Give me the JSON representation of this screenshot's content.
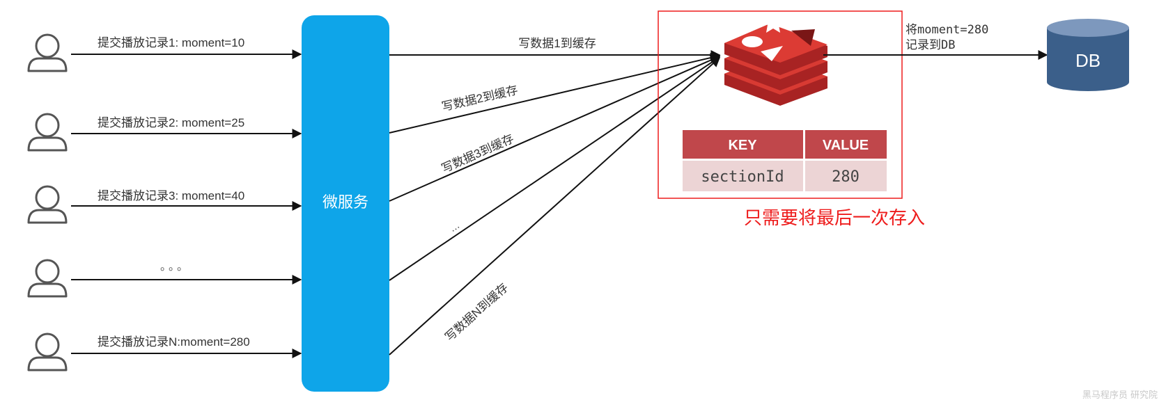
{
  "users": [
    {
      "label": "提交播放记录1: moment=10"
    },
    {
      "label": "提交播放记录2: moment=25"
    },
    {
      "label": "提交播放记录3: moment=40"
    },
    {
      "label": "。。。"
    },
    {
      "label": "提交播放记录N:moment=280"
    }
  ],
  "microservice": {
    "label": "微服务",
    "color": "#0ea5e9"
  },
  "cache_writes": [
    {
      "label": "写数据1到缓存"
    },
    {
      "label": "写数据2到缓存"
    },
    {
      "label": "写数据3到缓存"
    },
    {
      "label": "..."
    },
    {
      "label": "写数据N到缓存"
    }
  ],
  "cache_table": {
    "headers": [
      "KEY",
      "VALUE"
    ],
    "rows": [
      [
        "sectionId",
        "280"
      ]
    ],
    "header_color": "#c0474b",
    "row_color": "#ecd4d5"
  },
  "db_write": {
    "line1": "将moment=280",
    "line2": "记录到DB"
  },
  "db": {
    "label": "DB",
    "color": "#3b5f8a"
  },
  "highlight": {
    "note": "只需要将最后一次存入",
    "color": "#ee1c1c"
  },
  "redis_icon": "redis-logo-icon",
  "user_icon": "user-outline-icon",
  "watermark": "黑马程序员 研究院"
}
